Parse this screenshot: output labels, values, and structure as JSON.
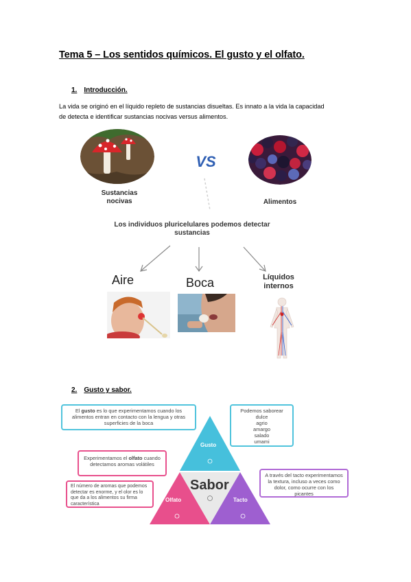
{
  "title": "Tema 5 – Los sentidos químicos. El gusto y el olfato.",
  "section1": {
    "number": "1.",
    "heading": "Introducción."
  },
  "intro": {
    "line1": "La vida se originó en el líquido repleto de sustancias disueltas. Es innato a la vida la capacidad",
    "line2": "de detecta e identificar sustancias nocivas versus alimentos."
  },
  "comparison": {
    "vs": "VS",
    "left_label_1": "Sustancias",
    "left_label_2": "nocivas",
    "right_label": "Alimentos"
  },
  "detection": {
    "title_1": "Los individuos pluricelulares podemos detectar",
    "title_2": "sustancias",
    "aire": "Aire",
    "boca": "Boca",
    "liquidos_1": "Líquidos",
    "liquidos_2": "internos"
  },
  "section2": {
    "number": "2.",
    "heading": "Gusto y sabor."
  },
  "diagram": {
    "center": "Sabor",
    "gusto": "Gusto",
    "olfato": "Olfato",
    "tacto": "Tacto",
    "box_gusto": {
      "pre": "El ",
      "bold": "gusto",
      "post": " es lo que experimentamos cuando los alimentos entran en contacto con la lengua y otras superficies de la boca"
    },
    "box_saborear": {
      "lead": "Podemos saborear",
      "items": [
        "dulce",
        "agrio",
        "amargo",
        "salado",
        "umami"
      ]
    },
    "box_olfato": {
      "pre": "Experimentamos el ",
      "bold": "olfato",
      "post": " cuando detectamos aromas volátiles"
    },
    "box_aromas": "El número de aromas que podemos detectar es enorme, y el olor es lo que da a los alimentos su firma característica",
    "box_tacto": "A través del tacto experimentamos la textura, incluso a veces como dolor, como ocurre con los picantes"
  },
  "colors": {
    "cyan": "#4fc3dc",
    "pink": "#e84f8c",
    "purple": "#b06ad6",
    "vs_blue": "#2f5fb3"
  }
}
